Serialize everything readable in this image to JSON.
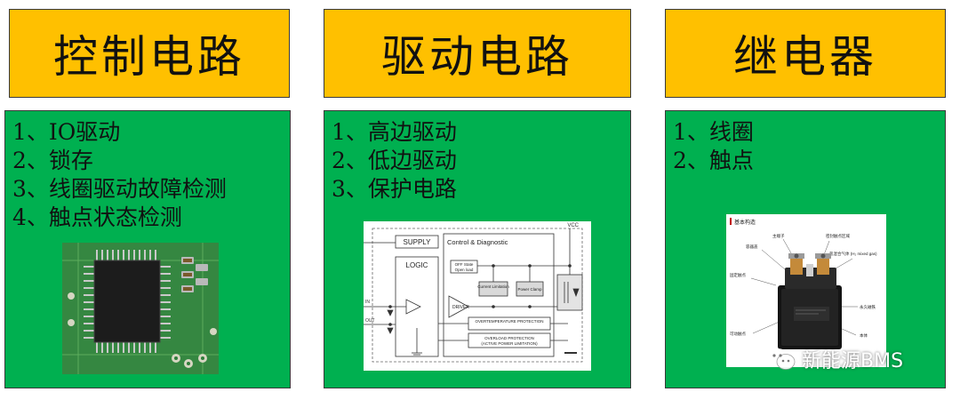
{
  "columns": [
    {
      "title": "控制电路",
      "items": [
        "1、IO驱动",
        "2、锁存",
        "3、线圈驱动故障检测",
        "4、触点状态检测"
      ]
    },
    {
      "title": "驱动电路",
      "items": [
        "1、高边驱动",
        "2、低边驱动",
        "3、保护电路"
      ]
    },
    {
      "title": "继电器",
      "items": [
        "1、线圈",
        "2、触点"
      ]
    }
  ],
  "diagram": {
    "supply": "SUPPLY",
    "logic": "LOGIC",
    "control_diag": "Control & Diagnostic",
    "off_state": "OFF State",
    "open_load": "Open load",
    "current_limitation": "Current Limitation",
    "power_clamp": "Power Clamp",
    "driver": "DRIVER",
    "overtemp": "OVERTEMPERATURE PROTECTION",
    "overload": "OVERLOAD PROTECTION",
    "active_power": "(ACTIVE POWER LIMITATION)",
    "pin_in": "IN",
    "pin_out": "OUT",
    "pin_vcc": "VCC"
  },
  "relay_photo": {
    "caption": "基本构造",
    "labels": [
      "主端子",
      "容器盖",
      "密封触点区域",
      "氢混合气体 (H₂ mixed gas)",
      "固定触点",
      "永久磁铁",
      "可动触点",
      "本体"
    ]
  },
  "watermark": {
    "text": "新能源BMS"
  },
  "colors": {
    "header": "#FFC000",
    "panel": "#00B050"
  }
}
